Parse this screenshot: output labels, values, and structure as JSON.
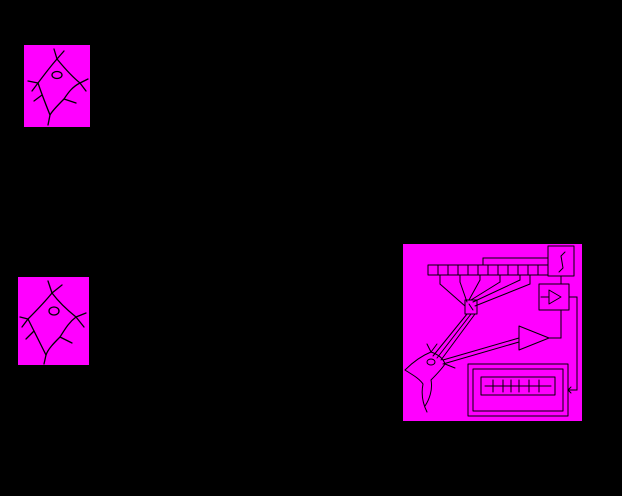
{
  "colors": {
    "background": "#000000",
    "panel": "#ff00ff",
    "ink": "#000000"
  },
  "panels": {
    "neuron_top": {
      "icon": "neuron-cell-icon"
    },
    "neuron_bottom": {
      "icon": "neuron-cell-icon"
    },
    "apparatus": {
      "icon": "electrophysiology-setup-icon",
      "parts": [
        "electrode-array",
        "amplifier",
        "integrator",
        "oscilloscope-display",
        "neuron"
      ]
    }
  }
}
